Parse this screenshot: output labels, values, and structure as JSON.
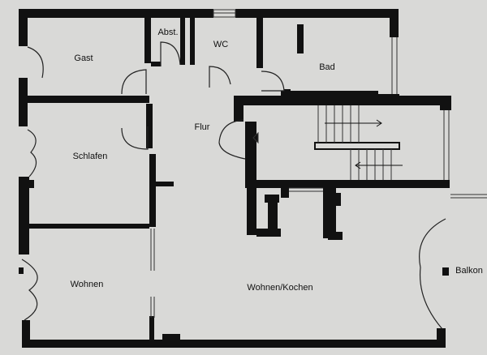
{
  "rooms": {
    "gast": "Gast",
    "abst": "Abst.",
    "wc": "WC",
    "bad": "Bad",
    "flur": "Flur",
    "schlafen": "Schlafen",
    "wohnen": "Wohnen",
    "wohnen_kochen": "Wohnen/Kochen",
    "balkon": "Balkon"
  },
  "colors": {
    "wall": "#111111",
    "paper": "#d9d9d7",
    "line": "#333333"
  }
}
